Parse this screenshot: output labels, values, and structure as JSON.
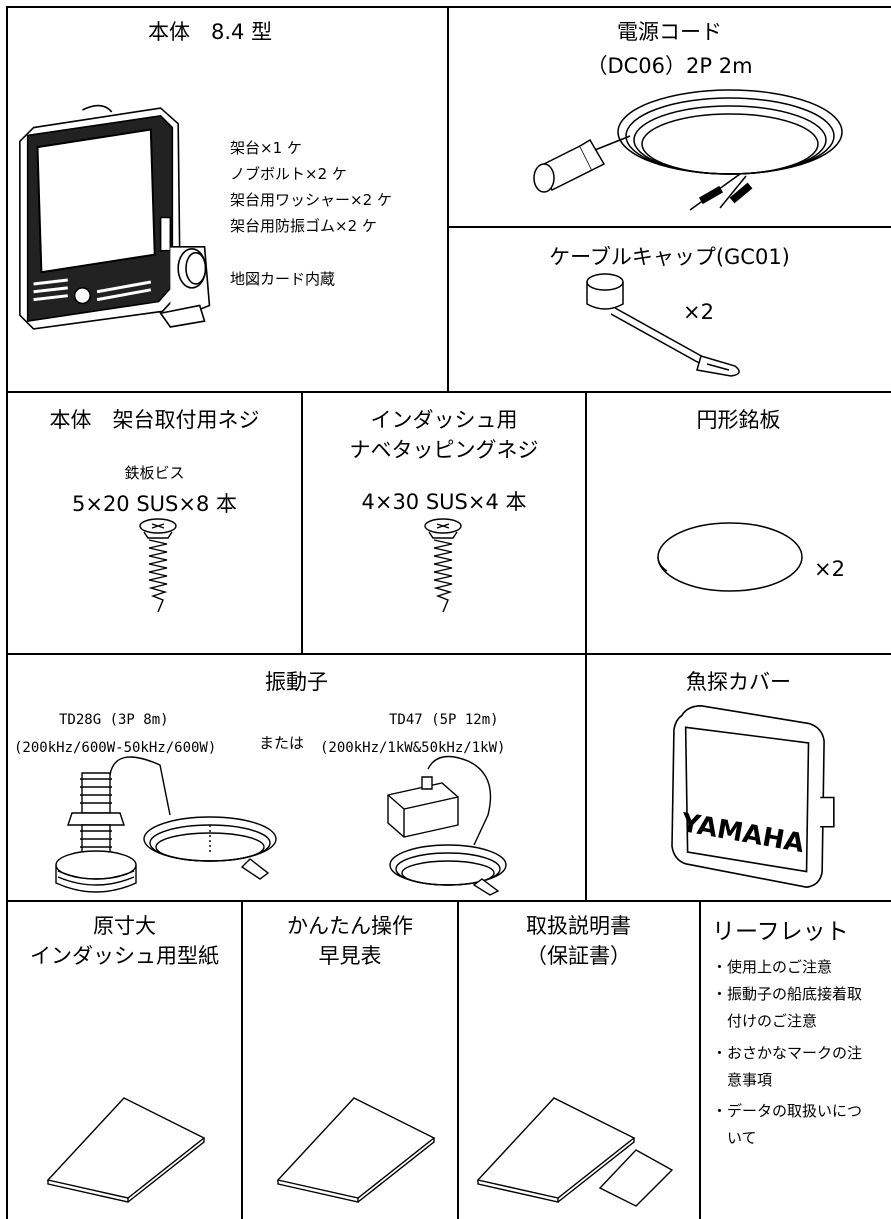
{
  "colors": {
    "line": "#000000",
    "background": "#ffffff"
  },
  "cells": {
    "main_unit": {
      "title": "本体　8.4 型",
      "items": [
        "架台×1 ケ",
        "ノブボルト×2 ケ",
        "架台用ワッシャー×2 ケ",
        "架台用防振ゴム×2 ケ"
      ],
      "note": "地図カード内蔵"
    },
    "power_cord": {
      "title": "電源コード",
      "subtitle": "（DC06）2P 2m"
    },
    "cable_cap": {
      "title": "ケーブルキャップ(GC01)",
      "qty": "×2"
    },
    "mount_screw": {
      "title": "本体　架台取付用ネジ",
      "label1": "鉄板ビス",
      "label2": "5×20 SUS×8 本"
    },
    "indash_screw": {
      "title1": "インダッシュ用",
      "title2": "ナベタッピングネジ",
      "label": "4×30 SUS×4 本"
    },
    "nameplate": {
      "title": "円形銘板",
      "qty": "×2"
    },
    "transducer": {
      "title": "振動子",
      "optA_line1": "TD28G (3P 8m)",
      "optA_line2": "(200kHz/600W-50kHz/600W)",
      "or": "または",
      "optB_line1": "TD47 (5P 12m)",
      "optB_line2": "(200kHz/1kW&50kHz/1kW)"
    },
    "cover": {
      "title": "魚探カバー",
      "brand": "YAMAHA"
    },
    "template": {
      "title1": "原寸大",
      "title2": "インダッシュ用型紙"
    },
    "quick_guide": {
      "title1": "かんたん操作",
      "title2": "早見表"
    },
    "manual": {
      "title1": "取扱説明書",
      "title2": "（保証書）"
    },
    "leaflet": {
      "title": "リーフレット",
      "bullets": [
        "・使用上のご注意",
        "・振動子の船底接着取",
        "　付けのご注意",
        "・おさかなマークの注",
        "　意事項",
        "・データの取扱いにつ",
        "　いて"
      ]
    }
  }
}
